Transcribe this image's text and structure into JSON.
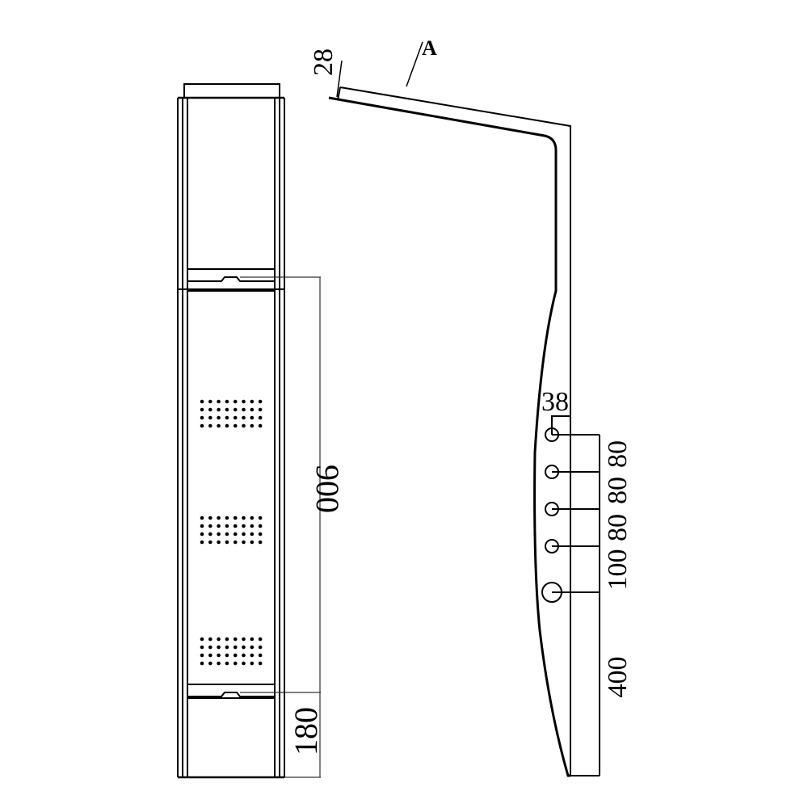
{
  "drawing": {
    "type": "technical-drawing",
    "subject": "shower panel column",
    "views": [
      "front-view",
      "side-profile-view"
    ],
    "line_color": "#000000",
    "background": "#ffffff"
  },
  "front_view": {
    "nozzle_groups": [
      {
        "id": "upper",
        "columns": 8,
        "rows": 4
      },
      {
        "id": "middle",
        "columns": 8,
        "rows": 4
      },
      {
        "id": "lower",
        "columns": 8,
        "rows": 4
      }
    ],
    "shelves": 2,
    "dimensions": {
      "span_between_shelves": "900",
      "bottom_section": "180"
    }
  },
  "side_view": {
    "label": "A",
    "dimensions": {
      "top_arm_thickness": "28",
      "outlet_offset": "38",
      "outlet_spacing_1": "80",
      "outlet_spacing_2": "80",
      "outlet_spacing_3": "80",
      "outlet_spacing_4": "100",
      "bottom_height": "400"
    },
    "outlets": 5
  }
}
